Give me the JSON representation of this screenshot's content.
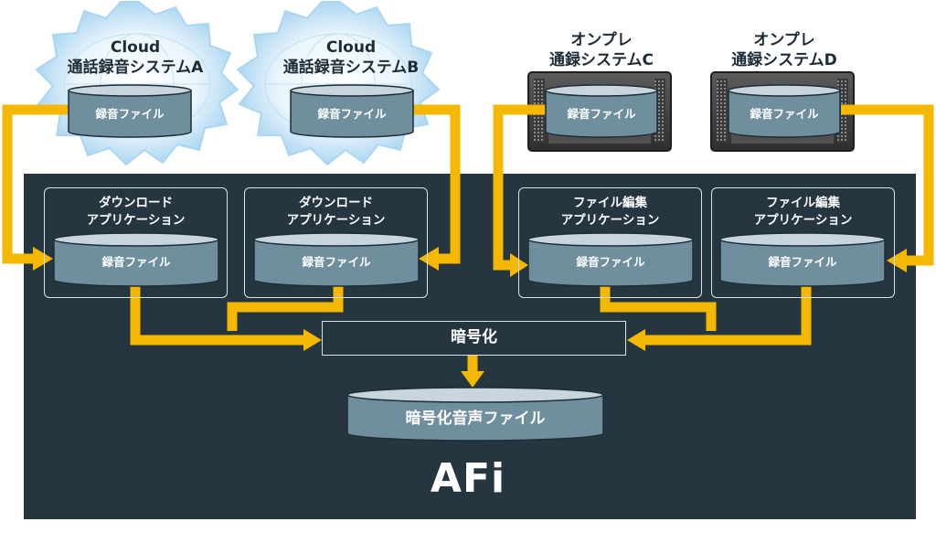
{
  "clouds": [
    {
      "line1": "Cloud",
      "line2": "通話録音システムA",
      "file": "録音ファイル"
    },
    {
      "line1": "Cloud",
      "line2": "通話録音システムB",
      "file": "録音ファイル"
    }
  ],
  "servers": [
    {
      "line1": "オンプレ",
      "line2": "通録システムC",
      "file": "録音ファイル"
    },
    {
      "line1": "オンプレ",
      "line2": "通録システムD",
      "file": "録音ファイル"
    }
  ],
  "apps": [
    {
      "line1": "ダウンロード",
      "line2": "アプリケーション",
      "file": "録音ファイル"
    },
    {
      "line1": "ダウンロード",
      "line2": "アプリケーション",
      "file": "録音ファイル"
    },
    {
      "line1": "ファイル編集",
      "line2": "アプリケーション",
      "file": "録音ファイル"
    },
    {
      "line1": "ファイル編集",
      "line2": "アプリケーション",
      "file": "録音ファイル"
    }
  ],
  "encrypt_label": "暗号化",
  "encrypted_file": "暗号化音声ファイル",
  "product_name": "AFi",
  "colors": {
    "panel": "#263640",
    "arrow": "#f5b800",
    "cylinder": "#6f8e9e",
    "cylinder_top": "#c6d5de",
    "cloud": "#cfe7f7"
  }
}
